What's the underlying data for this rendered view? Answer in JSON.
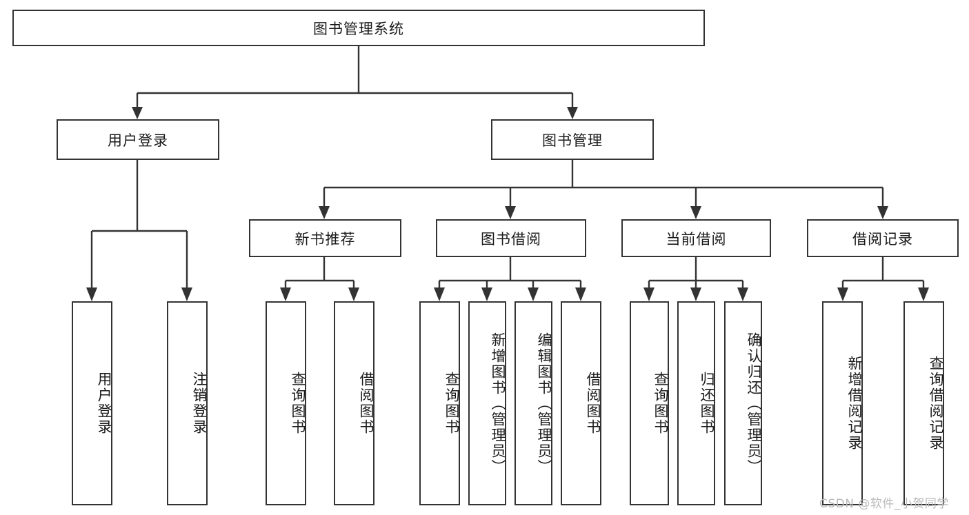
{
  "diagram": {
    "type": "hierarchy-tree",
    "title": "图书管理系统",
    "levels": [
      {
        "level": 1,
        "nodes": [
          {
            "id": "root",
            "label": "图书管理系统",
            "orientation": "horizontal"
          }
        ]
      },
      {
        "level": 2,
        "nodes": [
          {
            "id": "login",
            "label": "用户登录",
            "orientation": "horizontal",
            "parent": "root"
          },
          {
            "id": "bookmgmt",
            "label": "图书管理",
            "orientation": "horizontal",
            "parent": "root"
          }
        ]
      },
      {
        "level": 3,
        "nodes": [
          {
            "id": "newbook",
            "label": "新书推荐",
            "orientation": "horizontal",
            "parent": "bookmgmt"
          },
          {
            "id": "borrow",
            "label": "图书借阅",
            "orientation": "horizontal",
            "parent": "bookmgmt"
          },
          {
            "id": "current",
            "label": "当前借阅",
            "orientation": "horizontal",
            "parent": "bookmgmt"
          },
          {
            "id": "record",
            "label": "借阅记录",
            "orientation": "horizontal",
            "parent": "bookmgmt"
          }
        ]
      },
      {
        "level": 4,
        "nodes": [
          {
            "id": "leaf1",
            "label": "用户登录",
            "orientation": "vertical",
            "parent": "login"
          },
          {
            "id": "leaf2",
            "label": "注销登录",
            "orientation": "vertical",
            "parent": "login"
          },
          {
            "id": "leaf3",
            "label": "查询图书",
            "orientation": "vertical",
            "parent": "newbook"
          },
          {
            "id": "leaf4",
            "label": "借阅图书",
            "orientation": "vertical",
            "parent": "newbook"
          },
          {
            "id": "leaf5",
            "label": "查询图书",
            "orientation": "vertical",
            "parent": "borrow"
          },
          {
            "id": "leaf6",
            "label": "新增图书（管理员）",
            "orientation": "vertical",
            "parent": "borrow"
          },
          {
            "id": "leaf7",
            "label": "编辑图书（管理员）",
            "orientation": "vertical",
            "parent": "borrow"
          },
          {
            "id": "leaf8",
            "label": "借阅图书",
            "orientation": "vertical",
            "parent": "borrow"
          },
          {
            "id": "leaf9",
            "label": "查询图书",
            "orientation": "vertical",
            "parent": "current"
          },
          {
            "id": "leaf10",
            "label": "归还图书",
            "orientation": "vertical",
            "parent": "current"
          },
          {
            "id": "leaf11",
            "label": "确认归还（管理员）",
            "orientation": "vertical",
            "parent": "current"
          },
          {
            "id": "leaf12",
            "label": "新增借阅记录",
            "orientation": "vertical",
            "parent": "record"
          },
          {
            "id": "leaf13",
            "label": "查询借阅记录",
            "orientation": "vertical",
            "parent": "record"
          }
        ]
      }
    ],
    "colors": {
      "border": "#333333",
      "fill": "#ffffff",
      "text": "#1a1a1a",
      "watermark": "#b9b9b9"
    }
  },
  "watermark": {
    "text": "CSDN @软件_小贺同学"
  }
}
